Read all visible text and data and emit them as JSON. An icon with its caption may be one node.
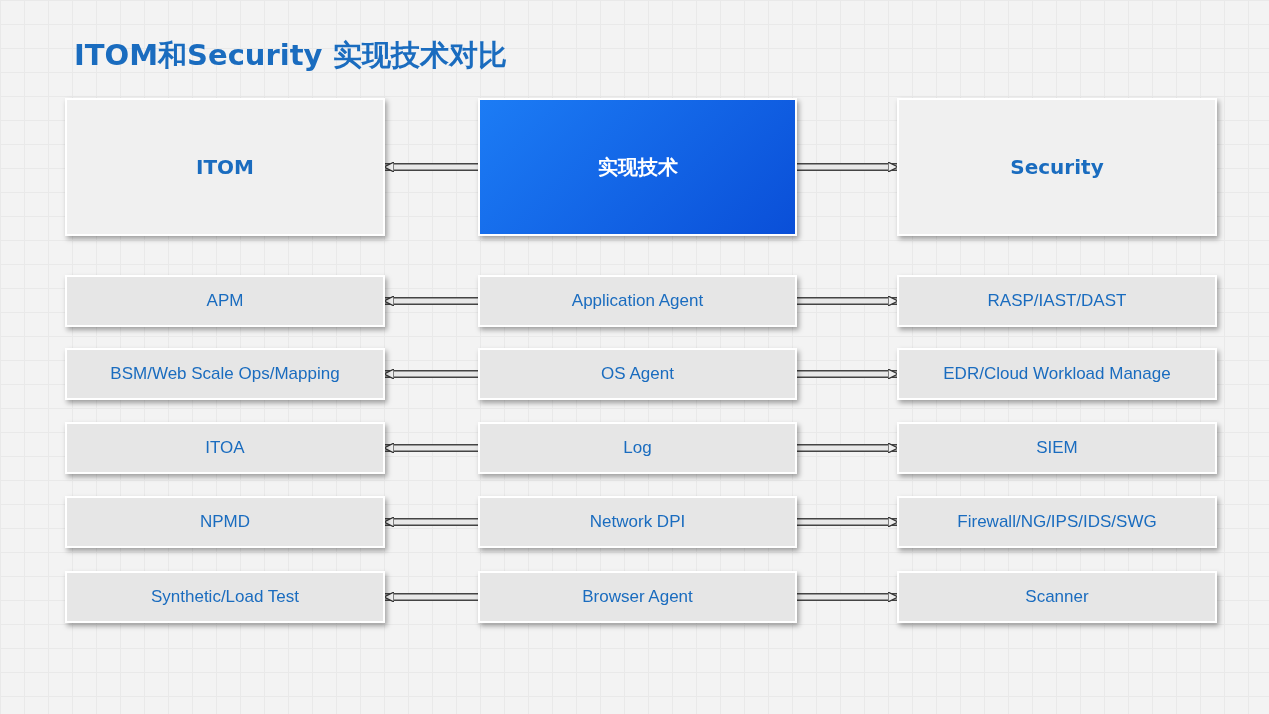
{
  "diagram": {
    "title": "ITOM和Security 实现技术对比",
    "nodes": [
      {
        "text": [
          "ITOM"
        ]
      },
      {
        "text": [
          "实现技术"
        ]
      },
      {
        "text": [
          "Security"
        ]
      },
      {
        "text": [
          "APM"
        ]
      },
      {
        "text": [
          "Application Agent"
        ]
      },
      {
        "text": [
          "RASP/IAST/DAST"
        ]
      },
      {
        "text": [
          "BSM/Web Scale Ops/Mapping"
        ]
      },
      {
        "text": [
          "OS Agent"
        ]
      },
      {
        "text": [
          "EDR/Cloud Workload Manage"
        ]
      },
      {
        "text": [
          "ITOA"
        ]
      },
      {
        "text": [
          "Log"
        ]
      },
      {
        "text": [
          "SIEM"
        ]
      },
      {
        "text": [
          "NPMD"
        ]
      },
      {
        "text": [
          "Network DPI"
        ]
      },
      {
        "text": [
          "Firewall/NG/IPS/IDS/SWG"
        ]
      },
      {
        "text": [
          "Synthetic/Load Test"
        ]
      },
      {
        "text": [
          "Browser Agent"
        ]
      },
      {
        "text": [
          "Scanner"
        ]
      }
    ],
    "edges": [
      {
        "from": 1,
        "to": 0,
        "arrow": "to"
      },
      {
        "from": 1,
        "to": 2,
        "arrow": "to"
      },
      {
        "from": 4,
        "to": 3,
        "arrow": "to"
      },
      {
        "from": 4,
        "to": 5,
        "arrow": "to"
      },
      {
        "from": 7,
        "to": 6,
        "arrow": "to"
      },
      {
        "from": 7,
        "to": 8,
        "arrow": "to"
      },
      {
        "from": 10,
        "to": 9,
        "arrow": "to"
      },
      {
        "from": 10,
        "to": 11,
        "arrow": "to"
      },
      {
        "from": 13,
        "to": 12,
        "arrow": "to"
      },
      {
        "from": 13,
        "to": 14,
        "arrow": "to"
      },
      {
        "from": 16,
        "to": 15,
        "arrow": "to"
      },
      {
        "from": 16,
        "to": 17,
        "arrow": "to"
      }
    ]
  }
}
